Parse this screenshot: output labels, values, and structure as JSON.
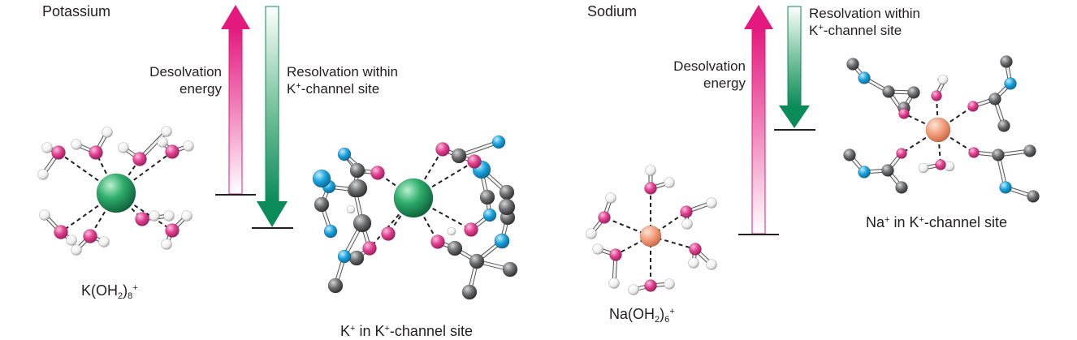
{
  "potassium_panel": {
    "title": "Potassium",
    "desolation_label": [
      "Desolvation",
      "energy"
    ],
    "resolvation_label": [
      "Resolvation within",
      "K",
      "+",
      "-channel site"
    ],
    "complex_label": {
      "base": "K(OH",
      "sub1": "2",
      "mid": ")",
      "sub2": "8",
      "sup": "+"
    },
    "site_label": {
      "ion": "K",
      "ion_sup": "+",
      "rest": " in K",
      "rest_sup": "+",
      "tail": "-channel site"
    }
  },
  "sodium_panel": {
    "title": "Sodium",
    "desolation_label": [
      "Desolvation",
      "energy"
    ],
    "resolvation_label": [
      "Resolvation within",
      "K",
      "+",
      "-channel site"
    ],
    "complex_label": {
      "base": "Na(OH",
      "sub1": "2",
      "mid": ")",
      "sub2": "6",
      "sup": "+"
    },
    "site_label": {
      "ion": "Na",
      "ion_sup": "+",
      "rest": " in K",
      "rest_sup": "+",
      "tail": "-channel site"
    }
  },
  "colors": {
    "desolvation_arrow": "#e3197e",
    "resolvation_arrow": "#0b8a5a",
    "potassium_ion": "#1f9a5e",
    "sodium_ion": "#f2a07e",
    "oxygen": "#e0408f",
    "hydrogen": "#f4f4f4",
    "carbon": "#6d6e70",
    "nitrogen": "#1aa3dd"
  }
}
